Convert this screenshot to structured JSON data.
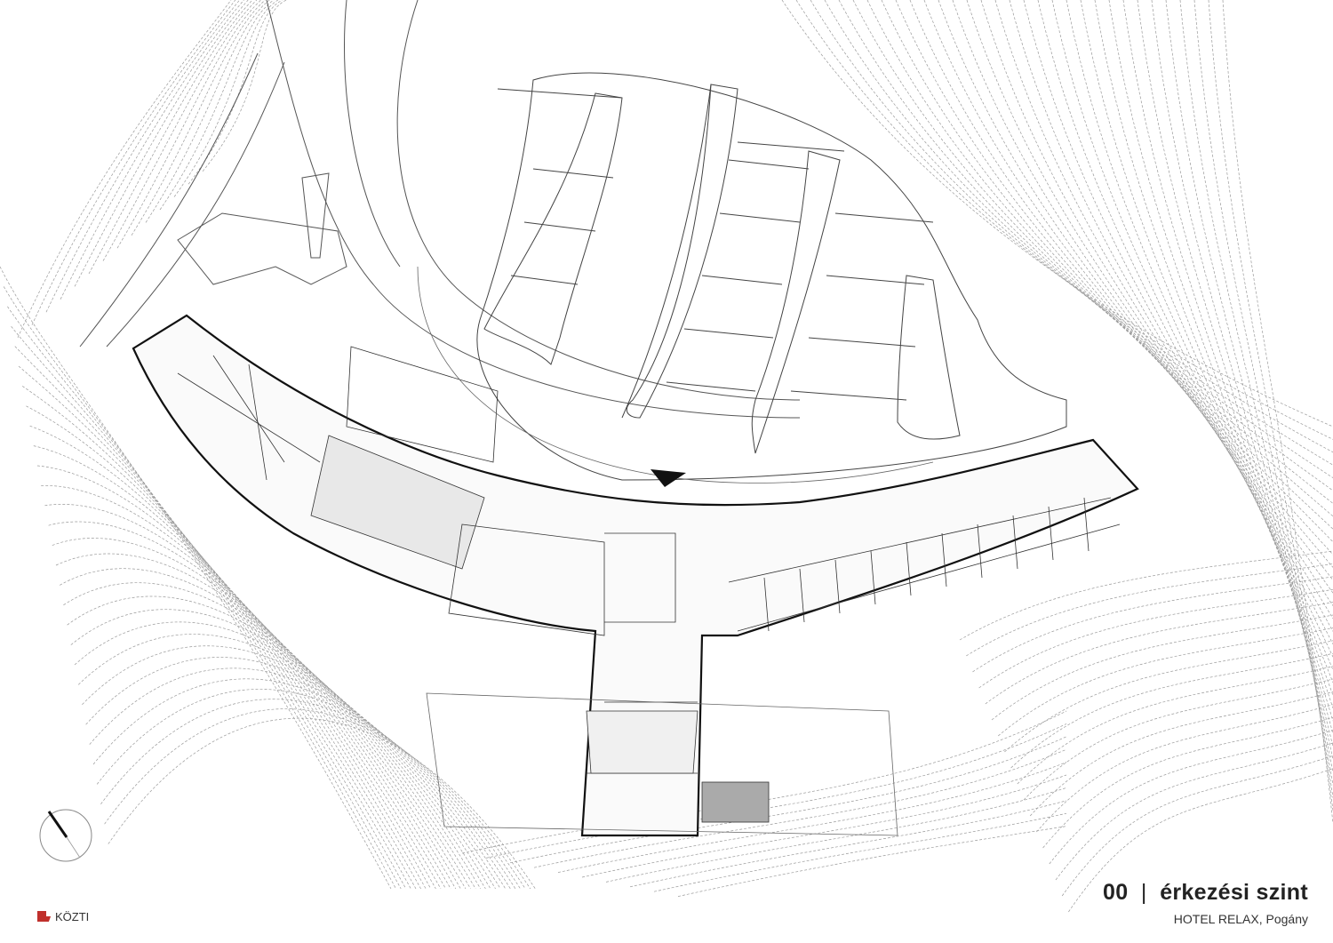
{
  "title": {
    "level": "00",
    "separator": "|",
    "name": "érkezési szint"
  },
  "subtitle": "HOTEL RELAX, Pogány",
  "logo": {
    "text": "KÖZTI",
    "color": "#c0302c"
  },
  "north_arrow": "north-arrow-icon",
  "entrance_marker": "entrance-triangle-icon"
}
